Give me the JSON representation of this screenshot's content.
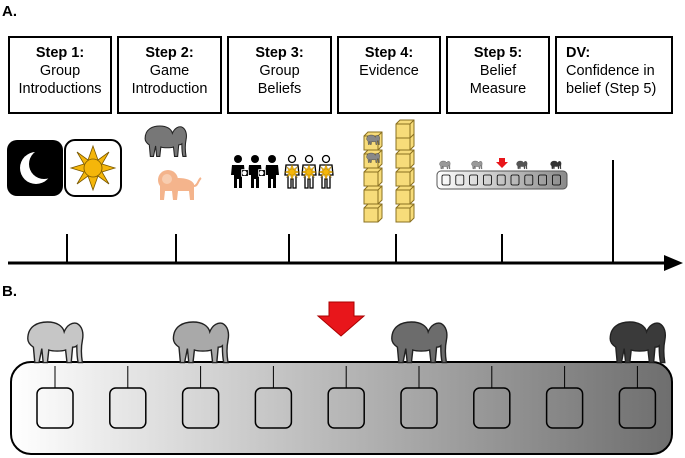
{
  "panel_a": {
    "label": "A.",
    "steps": [
      {
        "title": "Step 1:",
        "desc": [
          "Group",
          "Introductions"
        ]
      },
      {
        "title": "Step 2:",
        "desc": [
          "Game",
          "Introduction"
        ]
      },
      {
        "title": "Step 3:",
        "desc": [
          "Group",
          "Beliefs"
        ]
      },
      {
        "title": "Step 4:",
        "desc": [
          "Evidence",
          ""
        ]
      },
      {
        "title": "Step 5:",
        "desc": [
          "Belief",
          "Measure"
        ]
      },
      {
        "title": "DV:",
        "desc": [
          "Confidence in",
          "belief (Step 5)"
        ]
      }
    ]
  },
  "panel_b": {
    "label": "B.",
    "scale_boxes": 9,
    "elephant_positions": [
      0,
      2,
      5,
      8
    ],
    "elephant_colors": [
      "#c6c6c6",
      "#a9a9a9",
      "#6c6c6c",
      "#3a3a3a"
    ]
  },
  "icons": [
    "moon-icon",
    "sun-icon",
    "elephant-icon",
    "lion-icon",
    "person-icon",
    "block-stack-icon",
    "down-arrow-icon"
  ],
  "colors": {
    "arrow_red": "#e8161b",
    "lion": "#f4b48c",
    "block": "#f7dc7a",
    "sun": "#f5b60a"
  }
}
